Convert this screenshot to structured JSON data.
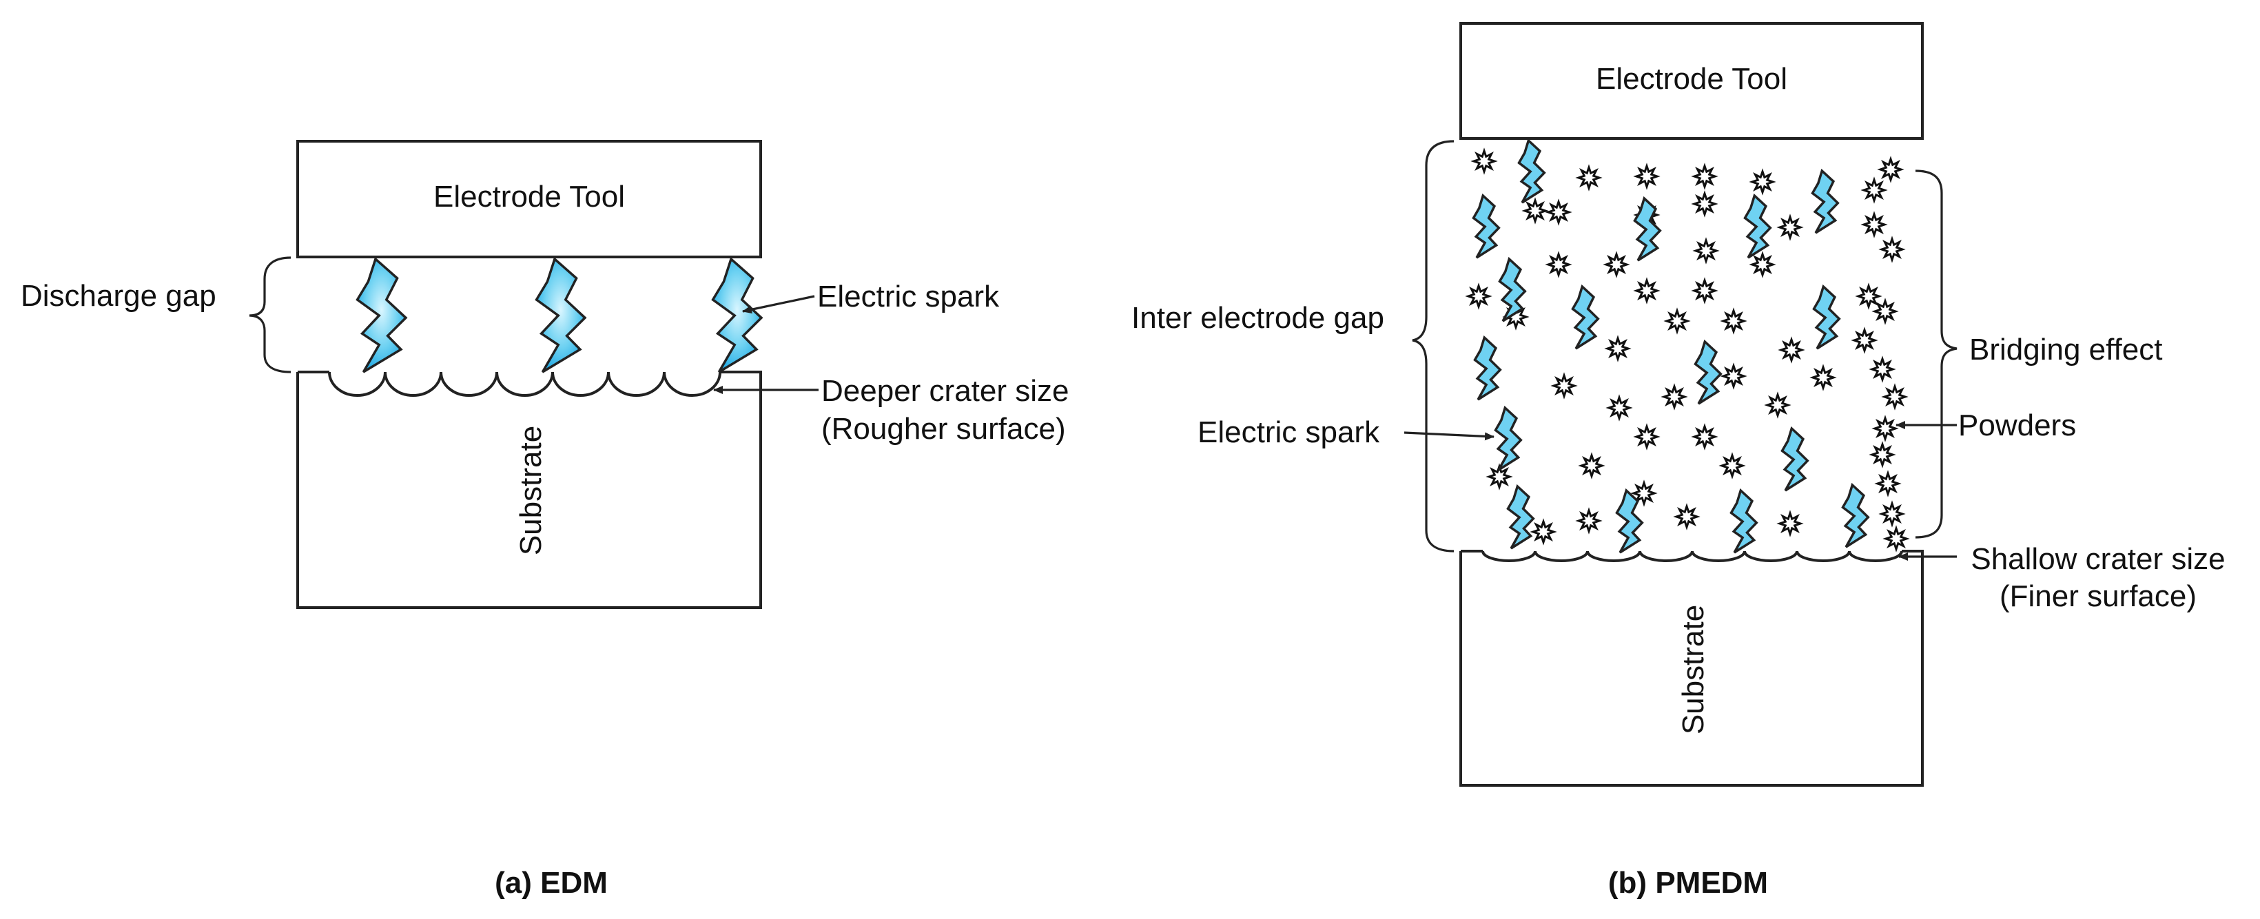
{
  "colors": {
    "spark_light": "#d9f6ff",
    "spark_mid": "#6fd2f2",
    "spark_deep": "#1aa6e3",
    "outline": "#222222"
  },
  "edm": {
    "tool_label": "Electrode Tool",
    "substrate_label": "Substrate",
    "gap_label": "Discharge gap",
    "spark_label": "Electric spark",
    "crater_label_1": "Deeper crater size",
    "crater_label_2": "(Rougher surface)",
    "caption": "(a) EDM"
  },
  "pmedm": {
    "tool_label": "Electrode Tool",
    "substrate_label": "Substrate",
    "gap_label": "Inter electrode gap",
    "spark_label": "Electric spark",
    "bridging_label": "Bridging effect",
    "powders_label": "Powders",
    "crater_label_1": "Shallow crater size",
    "crater_label_2": "(Finer surface)",
    "caption": "(b) PMEDM"
  }
}
